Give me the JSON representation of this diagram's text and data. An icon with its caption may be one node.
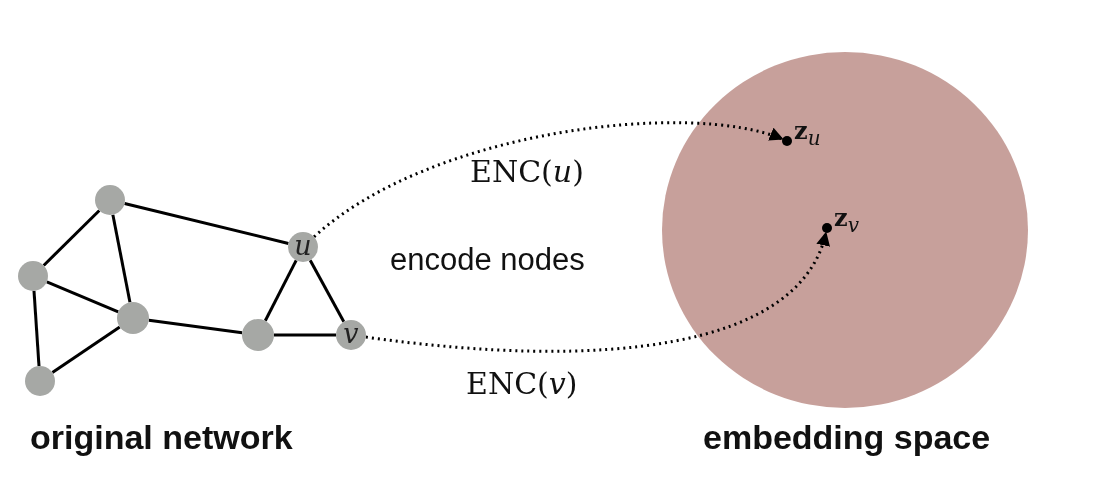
{
  "diagram": {
    "nodes": [
      {
        "text": [],
        "shape": "circle"
      },
      {
        "text": [],
        "shape": "circle"
      },
      {
        "text": [],
        "shape": "circle"
      },
      {
        "text": [],
        "shape": "circle"
      },
      {
        "text": [
          "*u*"
        ]
      },
      {
        "text": [],
        "shape": "circle"
      },
      {
        "text": [
          "*v*"
        ]
      },
      {
        "text": [],
        "shape": "circle"
      },
      {
        "text": [],
        "shape": "circle",
        "in": 7,
        "beside": [
          "**z**$_{u}$"
        ]
      },
      {
        "text": [],
        "shape": "circle",
        "in": 7,
        "beside": [
          "**z**$_{v}$"
        ]
      }
    ],
    "edges": [
      {
        "from": 0,
        "to": 1,
        "arrow": "none"
      },
      {
        "from": 0,
        "to": 2,
        "arrow": "none"
      },
      {
        "from": 0,
        "to": 4,
        "arrow": "none"
      },
      {
        "from": 1,
        "to": 2,
        "arrow": "none"
      },
      {
        "from": 1,
        "to": 3,
        "arrow": "none"
      },
      {
        "from": 2,
        "to": 3,
        "arrow": "none"
      },
      {
        "from": 2,
        "to": 5,
        "arrow": "none"
      },
      {
        "from": 5,
        "to": 4,
        "arrow": "none"
      },
      {
        "from": 4,
        "to": 6,
        "arrow": "none"
      },
      {
        "from": 5,
        "to": 6,
        "arrow": "none"
      },
      {
        "from": 4,
        "to": 8,
        "arrow": "to",
        "label": "ENC(*u*)",
        "style": "dashed"
      },
      {
        "from": 6,
        "to": 9,
        "arrow": "to",
        "label": "ENC(*v*)",
        "style": "dashed"
      }
    ],
    "labels": [
      "encode nodes",
      "original network",
      "embedding space"
    ]
  }
}
